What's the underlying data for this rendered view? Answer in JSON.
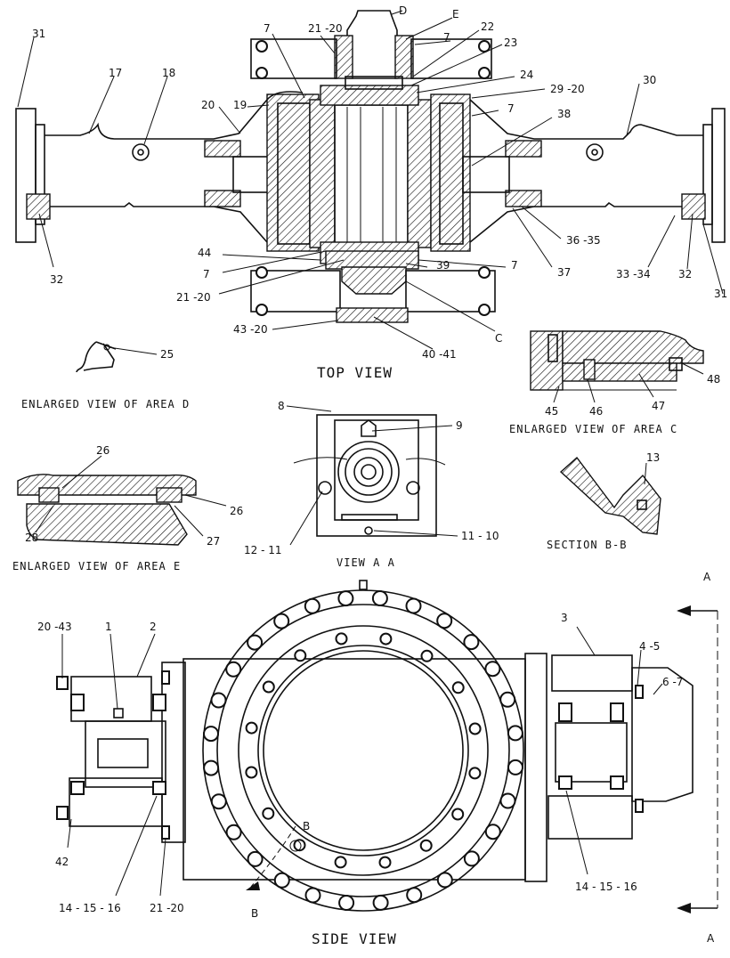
{
  "view_titles": {
    "top": "TOP VIEW",
    "side": "SIDE VIEW",
    "view_aa": "VIEW A A",
    "section_bb": "SECTION B-B",
    "area_d": "ENLARGED VIEW OF AREA D",
    "area_c": "ENLARGED VIEW OF AREA C",
    "area_e": "ENLARGED VIEW OF AREA E"
  },
  "top_callouts": {
    "d": "D",
    "e": "E",
    "c": "C",
    "c7a": "7",
    "c21_20a": "21 -20",
    "c7b": "7",
    "c22": "22",
    "c23": "23",
    "c24": "24",
    "c29_20": "29 -20",
    "c31a": "31",
    "c17": "17",
    "c18": "18",
    "c20": "20",
    "c19": "19",
    "c30": "30",
    "c7c": "7",
    "c38": "38",
    "c44": "44",
    "c7d": "7",
    "c21_20b": "21 -20",
    "c39": "39",
    "c7e": "7",
    "c36_35": "36 -35",
    "c37": "37",
    "c33_34": "33 -34",
    "c32a": "32",
    "c32b": "32",
    "c31b": "31",
    "c43_20": "43 -20",
    "c40_41": "40 -41"
  },
  "detail_callouts": {
    "c25": "25",
    "c45": "45",
    "c46": "46",
    "c47": "47",
    "c48": "48",
    "c8": "8",
    "c9": "9",
    "c12_11": "12 - 11",
    "c11_10": "11 - 10",
    "c13": "13",
    "c26a": "26",
    "c26b": "26",
    "c28": "28",
    "c27": "27"
  },
  "side_callouts": {
    "a_top": "A",
    "a_bottom": "A",
    "b_upper": "B",
    "b_lower": "B",
    "c20_43": "20 -43",
    "c1": "1",
    "c2": "2",
    "c3": "3",
    "c4_5": "4 -5",
    "c6_7": "6 -7",
    "c42": "42",
    "c14_15_16a": "14 - 15 - 16",
    "c21_20": "21 -20",
    "c14_15_16b": "14 - 15 - 16"
  }
}
